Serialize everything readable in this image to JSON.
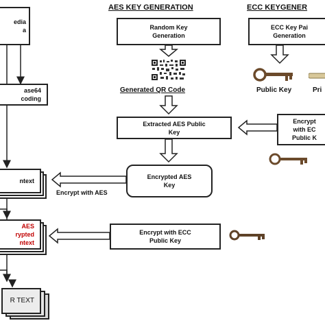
{
  "headers": {
    "aes": "AES KEY GENERATION",
    "ecc": "ECC KEYGENER"
  },
  "boxes": {
    "media_line1": "edia",
    "media_line2": "a",
    "random_key_line1": "Random Key",
    "random_key_line2": "Generation",
    "ecc_pair_line1": "ECC Key Pai",
    "ecc_pair_line2": "Generation",
    "base64_line1": "ase64",
    "base64_line2": "coding",
    "extracted_line1": "Extracted AES Public",
    "extracted_line2": "Key",
    "encrypt_right_line1": "Encrypt",
    "encrypt_right_line2": "with EC",
    "encrypt_right_line3": "Public K",
    "context": "ntext",
    "encrypted_aes_line1": "Encrypted AES",
    "encrypted_aes_line2": "Key",
    "aes_enc_line1": "AES",
    "aes_enc_line2": "rypted",
    "aes_enc_line3": "ntext",
    "encrypt_ecc_line1": "Encrypt with ECC",
    "encrypt_ecc_line2": "Public Key",
    "final_text": "R TEXT"
  },
  "labels": {
    "generated_qr": "Generated QR Code",
    "public_key": "Public Key",
    "private_partial": "Pri",
    "encrypt_with_aes": "Encrypt with AES"
  },
  "icons": [
    "qr-code-icon",
    "public-key-icon",
    "private-key-icon",
    "key-icon"
  ]
}
